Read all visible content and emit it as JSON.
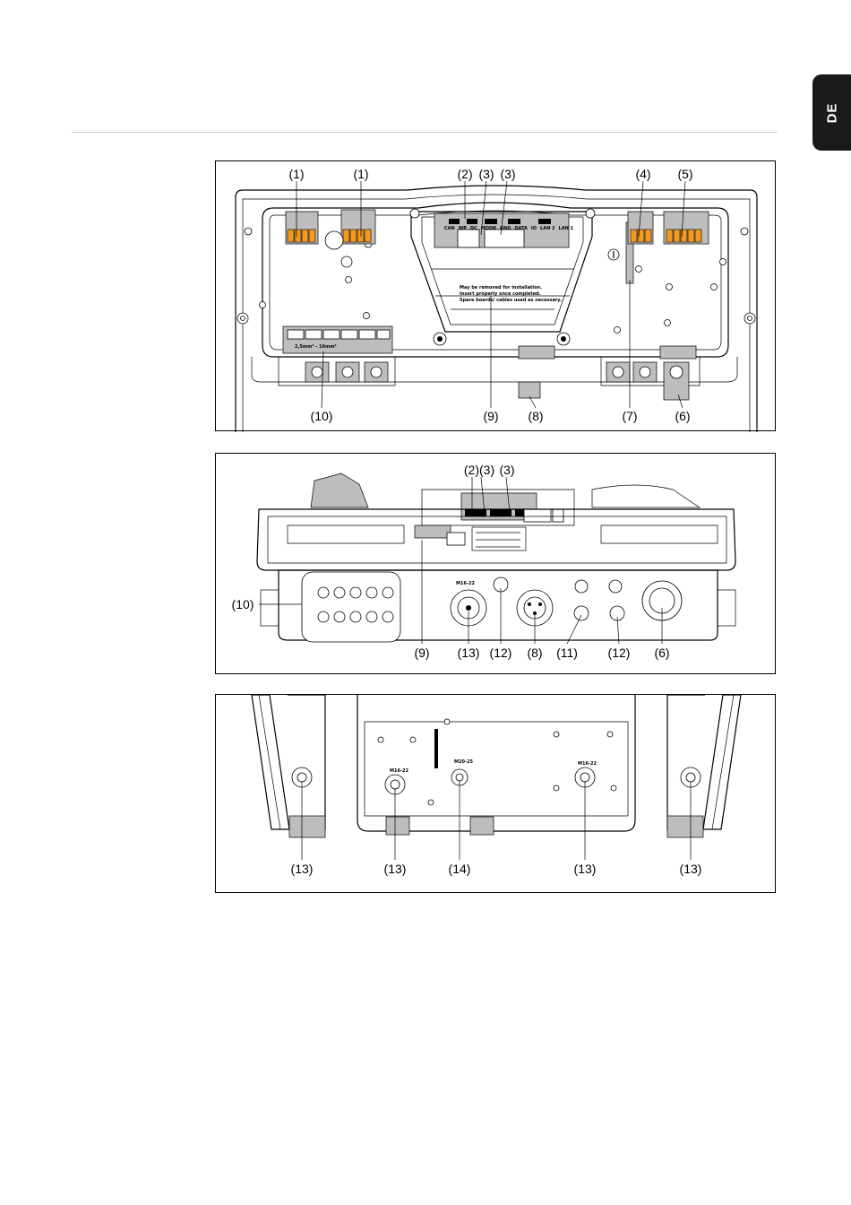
{
  "language_tab": "DE",
  "figure1": {
    "callouts_top": [
      "(1)",
      "(1)",
      "(2)",
      "(3)",
      "(3)",
      "(4)",
      "(5)"
    ],
    "callouts_bottom": [
      "(10)",
      "(9)",
      "(8)",
      "(7)",
      "(6)"
    ],
    "cover_text": [
      "May be removed for installation.",
      "Insert properly once completed.",
      "Spare boards/ cables used as necessary."
    ],
    "terminal_text": "2,5mm² - 16mm²",
    "board_labels": [
      "CAN",
      "WP",
      "DC",
      "MODB",
      "GND",
      "DATA",
      "IO",
      "LAN 2",
      "LAN 1"
    ]
  },
  "figure2": {
    "callouts_top": [
      "(2)(3)",
      "(3)"
    ],
    "callout_left": "(10)",
    "callouts_bottom": [
      "(9)",
      "(13)",
      "(12)",
      "(8)",
      "(11)",
      "(12)",
      "(6)"
    ],
    "housing_text": "M16-22"
  },
  "figure3": {
    "callouts_bottom": [
      "(13)",
      "(13)",
      "(14)",
      "(13)",
      "(13)"
    ],
    "housing_texts": [
      "M16-22",
      "M20-25",
      "M16-22"
    ]
  }
}
